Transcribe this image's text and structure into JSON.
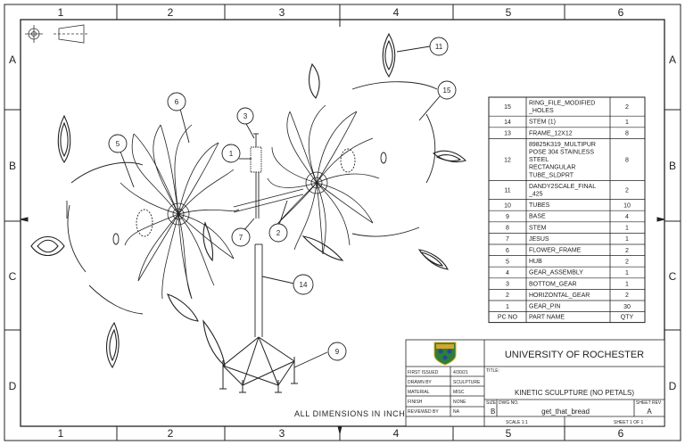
{
  "border": {
    "columns": [
      "1",
      "2",
      "3",
      "4",
      "5",
      "6"
    ],
    "rows": [
      "A",
      "B",
      "C",
      "D"
    ]
  },
  "balloons": [
    "11",
    "15",
    "6",
    "3",
    "5",
    "1",
    "7",
    "2",
    "14",
    "9"
  ],
  "bom": {
    "headers": [
      "PC NO",
      "PART NAME",
      "QTY"
    ],
    "rows": [
      {
        "no": "15",
        "lines": [
          "RING_FILE_MODIFIED",
          "_HOLES"
        ],
        "qty": "2"
      },
      {
        "no": "14",
        "lines": [
          "STEM (1)"
        ],
        "qty": "1"
      },
      {
        "no": "13",
        "lines": [
          "FRAME_12X12"
        ],
        "qty": "8"
      },
      {
        "no": "12",
        "lines": [
          "89825K319_MULTIPUR",
          "POSE 304 STAINLESS",
          "STEEL",
          "RECTANGULAR",
          "TUBE_SLDPRT"
        ],
        "qty": "8"
      },
      {
        "no": "11",
        "lines": [
          "DANDY2SCALE_FINAL",
          "_425"
        ],
        "qty": "2"
      },
      {
        "no": "10",
        "lines": [
          "TUBES"
        ],
        "qty": "10"
      },
      {
        "no": "9",
        "lines": [
          "BASE"
        ],
        "qty": "4"
      },
      {
        "no": "8",
        "lines": [
          "STEM"
        ],
        "qty": "1"
      },
      {
        "no": "7",
        "lines": [
          "JESUS"
        ],
        "qty": "1"
      },
      {
        "no": "6",
        "lines": [
          "FLOWER_FRAME"
        ],
        "qty": "2"
      },
      {
        "no": "5",
        "lines": [
          "HUB"
        ],
        "qty": "2"
      },
      {
        "no": "4",
        "lines": [
          "GEAR_ASSEMBLY"
        ],
        "qty": "1"
      },
      {
        "no": "3",
        "lines": [
          "BOTTOM_GEAR"
        ],
        "qty": "1"
      },
      {
        "no": "2",
        "lines": [
          "HORIZONTAL_GEAR"
        ],
        "qty": "2"
      },
      {
        "no": "1",
        "lines": [
          "GEAR_PIN"
        ],
        "qty": "30"
      }
    ]
  },
  "note": "ALL DIMENSIONS IN INCHES",
  "title_block": {
    "university": "UNIVERSITY OF ROCHESTER",
    "rows": [
      {
        "label": "FIRST ISSUED",
        "value": "4/30/21"
      },
      {
        "label": "DRAWN BY",
        "value": "SCULPTURE"
      },
      {
        "label": "MATERIAL",
        "value": "MISC"
      },
      {
        "label": "FINISH",
        "value": "NONE"
      },
      {
        "label": "REVIEWED BY",
        "value": "NA"
      }
    ],
    "title_label": "TITLE:",
    "title": "KINETIC SCULPTURE (NO PETALS)",
    "size_label": "SIZE",
    "size": "B",
    "dwg_label": "DWG NO.",
    "dwg": "get_that_bread",
    "rev_label": "SHEET REV",
    "rev": "A",
    "scale": "SCALE 1:1",
    "sheet": "SHEET 1 OF 1",
    "colors": {
      "seal_green": "#2f7d3a",
      "seal_gold": "#d4a72c",
      "seal_blue": "#1f4e8c"
    }
  }
}
